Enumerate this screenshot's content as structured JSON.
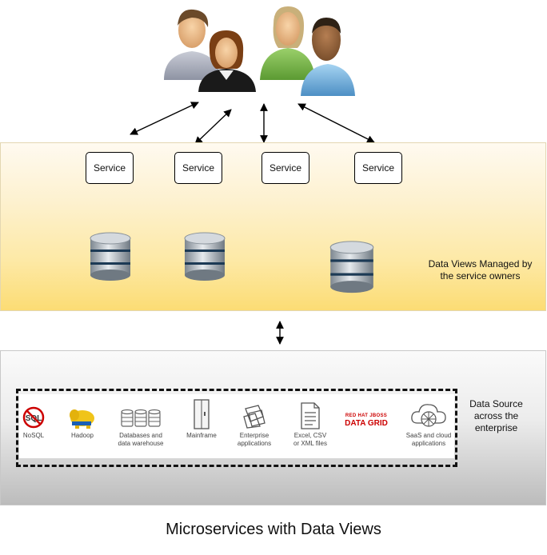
{
  "services": [
    "Service",
    "Service",
    "Service",
    "Service"
  ],
  "data_views_label_line1": "Data Views Managed by",
  "data_views_label_line2": "the service owners",
  "data_source_label_line1": "Data Source",
  "data_source_label_line2": "across the",
  "data_source_label_line3": "enterprise",
  "sources": [
    {
      "icon": "nosql-icon",
      "line1": "NoSQL",
      "line2": ""
    },
    {
      "icon": "hadoop-icon",
      "line1": "Hadoop",
      "line2": ""
    },
    {
      "icon": "database-warehouse-icon",
      "line1": "Databases and",
      "line2": "data warehouse"
    },
    {
      "icon": "mainframe-icon",
      "line1": "Mainframe",
      "line2": ""
    },
    {
      "icon": "enterprise-applications-icon",
      "line1": "Enterprise",
      "line2": "applications"
    },
    {
      "icon": "file-icon",
      "line1": "Excel, CSV",
      "line2": "or XML files"
    },
    {
      "icon": "redhat-jboss-data-grid-logo",
      "line1": "",
      "line2": "",
      "logo_line1": "RED HAT JBOSS",
      "logo_line2": "DATA GRID"
    },
    {
      "icon": "saas-cloud-icon",
      "line1": "SaaS and cloud",
      "line2": "applications"
    }
  ],
  "caption": "Microservices with Data Views",
  "colors": {
    "band_top": "#fde9a6",
    "band_bottom": "#bcbcbc",
    "redhat": "#cc0000"
  }
}
